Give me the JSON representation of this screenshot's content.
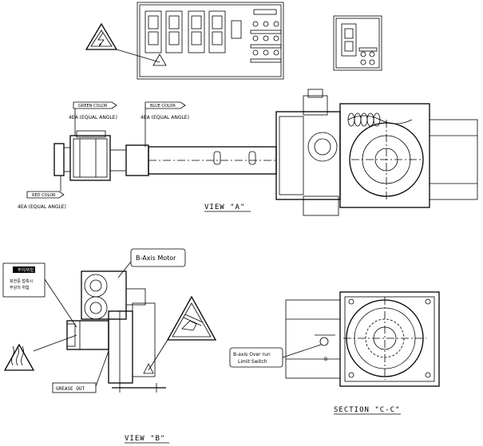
{
  "labels": {
    "view_a": "VIEW \"A\"",
    "view_b": "VIEW \"B\"",
    "section_cc": "SECTION \"C-C\"",
    "b_axis_motor": "B-Axis Motor",
    "b_axis_overrun_line1": "B-axis Over run",
    "b_axis_overrun_line2": "Limit Switch",
    "grease_out": "GREASE OUT",
    "green_color": "GREEN COLOR",
    "blue_color": "BLUE COLOR",
    "red_color": "RED COLOR",
    "green_qty": "4EA (EQUAL ANGLE)",
    "blue_qty": "4EA (EQUAL ANGLE)",
    "red_qty": "4EA (EQUAL ANGLE)",
    "callout_b": "B",
    "warning_plate_title": "주의/위험",
    "warning_plate_line1": "회전중 접촉시",
    "warning_plate_line2": "부상의 위험"
  },
  "colors": {
    "line": "#000000",
    "background": "#ffffff"
  },
  "icons": [
    "high-voltage-warning-icon",
    "hot-surface-warning-icon",
    "hand-pinch-warning-icon"
  ]
}
